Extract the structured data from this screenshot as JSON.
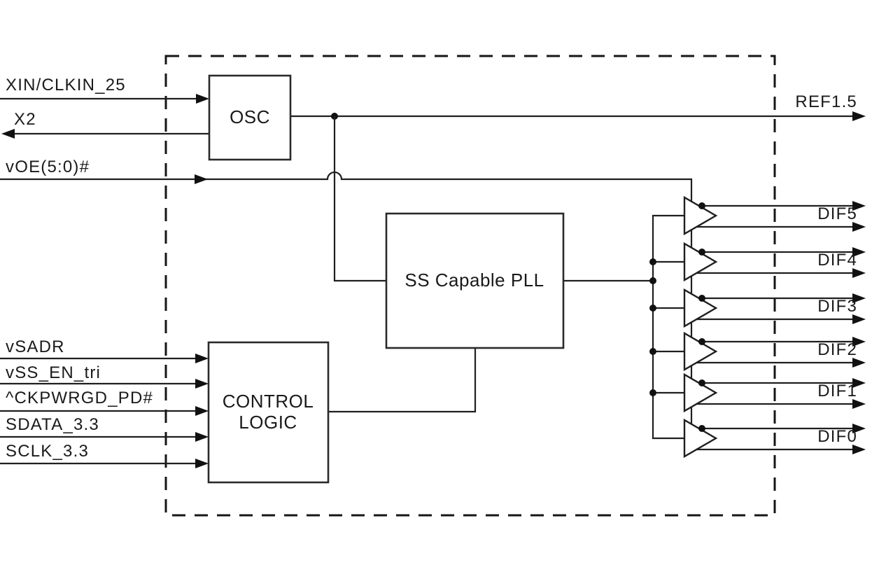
{
  "diagram_title": "",
  "colors": {
    "ink": "#1a1a1a",
    "background": "#ffffff"
  },
  "left_pins": {
    "xin": "XIN/CLKIN_25",
    "x2": "X2",
    "voe": "vOE(5:0)#",
    "vsadr": "vSADR",
    "vss_en": "vSS_EN_tri",
    "ckpwrgd": "^CKPWRGD_PD#",
    "sdata": "SDATA_3.3",
    "sclk": "SCLK_3.3"
  },
  "blocks": {
    "osc": "OSC",
    "pll": "SS Capable PLL",
    "control_line1": "CONTROL",
    "control_line2": "LOGIC"
  },
  "right_pins": {
    "ref": "REF1.5",
    "dif": [
      "DIF5",
      "DIF4",
      "DIF3",
      "DIF2",
      "DIF1",
      "DIF0"
    ]
  }
}
